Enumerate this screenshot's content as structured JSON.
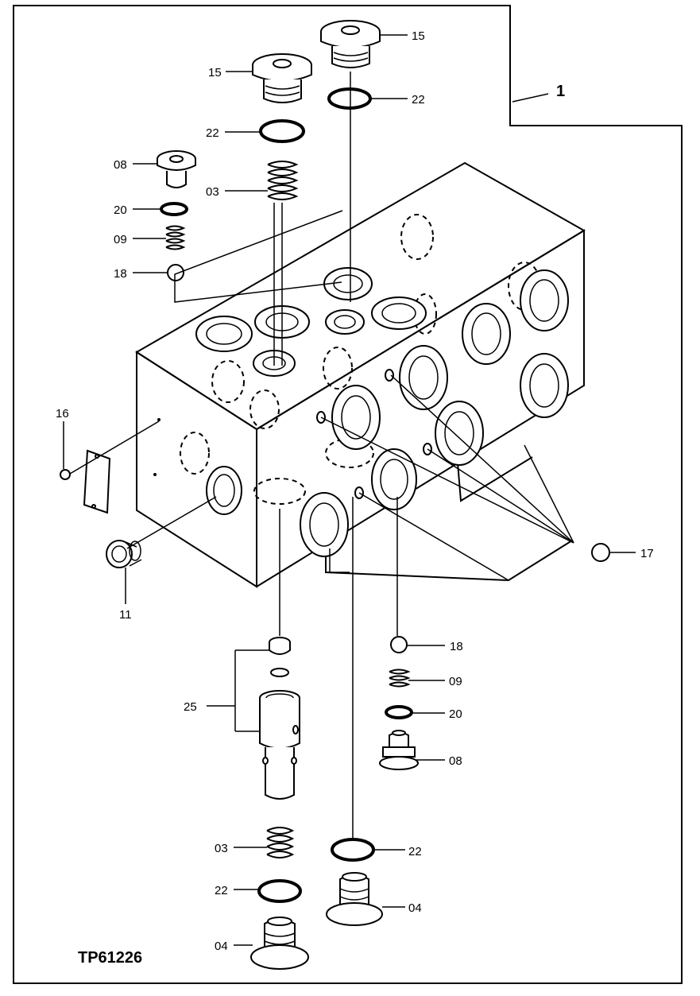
{
  "figure_id": "TP61226",
  "callouts": {
    "assembly": "1",
    "c15a": "15",
    "c15b": "15",
    "c22a": "22",
    "c22b": "22",
    "c22c": "22",
    "c22d": "22",
    "c08a": "08",
    "c08b": "08",
    "c03a": "03",
    "c03b": "03",
    "c20a": "20",
    "c20b": "20",
    "c09a": "09",
    "c09b": "09",
    "c18a": "18",
    "c18b": "18",
    "c16": "16",
    "c17": "17",
    "c11": "11",
    "c25": "25",
    "c04a": "04",
    "c04b": "04"
  }
}
